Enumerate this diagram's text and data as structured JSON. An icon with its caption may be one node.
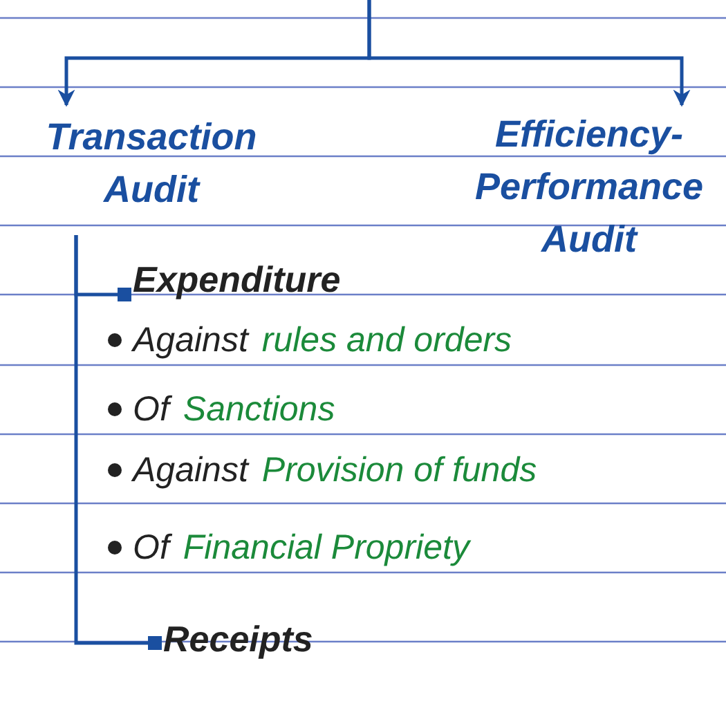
{
  "diagram": {
    "nodes": [
      {
        "text": [
          "Transaction Audit"
        ]
      },
      {
        "text": [
          "Efficiency- Performance Audit"
        ]
      },
      {
        "text": [
          "Expenditure"
        ]
      },
      {
        "text": [
          "Receipts"
        ]
      }
    ],
    "edges": [
      {
        "from": null,
        "to": 0,
        "arrow": "to"
      },
      {
        "from": null,
        "to": 1,
        "arrow": "to"
      },
      {
        "from": 0,
        "to": 2,
        "arrow": "other"
      },
      {
        "from": 0,
        "to": 3,
        "arrow": "other"
      }
    ],
    "labels": [
      "Against",
      "rules and orders",
      "Of",
      "Sanctions",
      "Against",
      "Provision of funds",
      "Of",
      "Financial Propriety"
    ]
  }
}
